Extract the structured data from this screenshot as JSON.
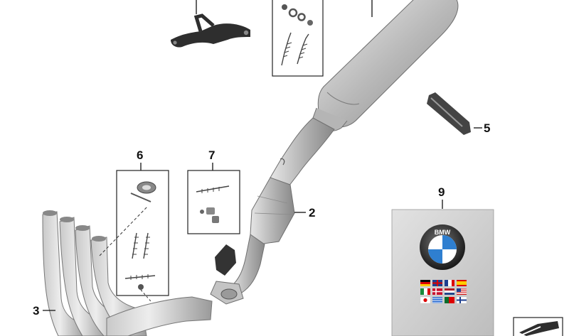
{
  "callouts": {
    "c2": "2",
    "c3": "3",
    "c5": "5",
    "c6": "6",
    "c7": "7",
    "c9": "9"
  },
  "logo_text": "BMW",
  "colors": {
    "metal_light": "#d9d9d9",
    "metal_mid": "#a8a8a8",
    "metal_dark": "#7d7d7d",
    "rubber": "#3a3a3a",
    "booklet": "#cfcfcf",
    "bmw_blue": "#2f7fd0"
  }
}
